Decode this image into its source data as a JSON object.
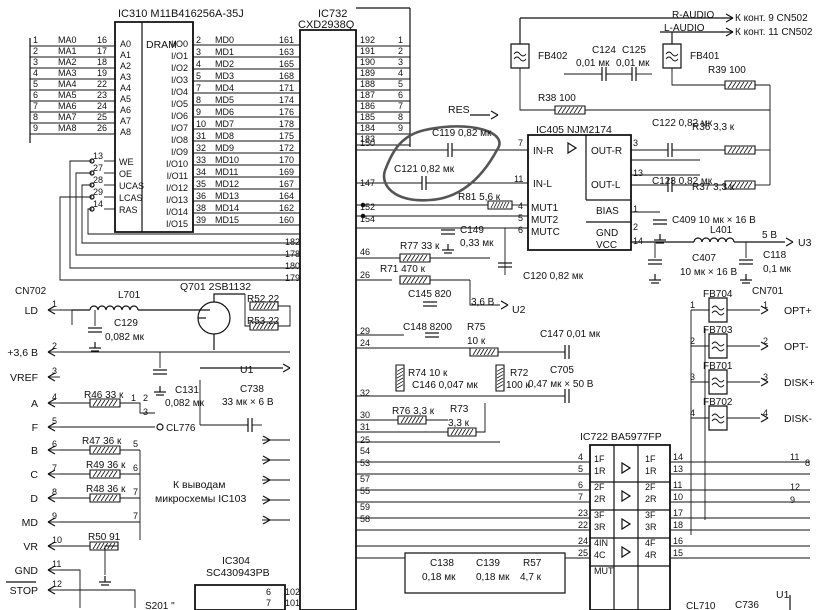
{
  "ic310": {
    "title": "IC310 M11B416256A-35J",
    "core": "DRAM",
    "left_net_labels": [
      "MA0",
      "MA1",
      "MA2",
      "MA3",
      "MA4",
      "MA5",
      "MA6",
      "MA7",
      "MA8"
    ],
    "left_net_pins": [
      "16",
      "17",
      "18",
      "19",
      "22",
      "23",
      "24",
      "25",
      "26"
    ],
    "left_margin_pins": [
      "1",
      "2",
      "3",
      "4",
      "5",
      "6",
      "7",
      "8",
      "9"
    ],
    "addr_pins": [
      "A0",
      "A1",
      "A2",
      "A3",
      "A4",
      "A5",
      "A6",
      "A7",
      "A8"
    ],
    "ctrl_pins": [
      "WE",
      "OE",
      "UCAS",
      "LCAS",
      "RAS"
    ],
    "ctrl_pin_numbers": [
      "13",
      "27",
      "28",
      "29",
      "14"
    ],
    "io_pins": [
      "I/O0",
      "I/O1",
      "I/O2",
      "I/O3",
      "I/O4",
      "I/O5",
      "I/O6",
      "I/O7",
      "I/O8",
      "I/O9",
      "I/O10",
      "I/O11",
      "I/O12",
      "I/O13",
      "I/O14",
      "I/O15"
    ],
    "io_pin_numbers": [
      "2",
      "3",
      "4",
      "5",
      "7",
      "8",
      "9",
      "10",
      "31",
      "32",
      "33",
      "34",
      "35",
      "36",
      "38",
      "39"
    ]
  },
  "ic732": {
    "title": "IC732",
    "part": "CXD2938Q",
    "md_labels": [
      "MD0",
      "MD1",
      "MD2",
      "MD3",
      "MD4",
      "MD5",
      "MD6",
      "MD7",
      "MD8",
      "MD9",
      "MD10",
      "MD11",
      "MD12",
      "MD13",
      "MD14",
      "MD15"
    ],
    "md_pins": [
      "161",
      "163",
      "165",
      "168",
      "171",
      "174",
      "176",
      "178",
      "175",
      "172",
      "170",
      "169",
      "167",
      "164",
      "162",
      "160"
    ],
    "right_pins_top": [
      "192",
      "191",
      "190",
      "189",
      "188",
      "187",
      "186",
      "185",
      "184",
      "183"
    ],
    "right_margin_top": [
      "1",
      "2",
      "3",
      "4",
      "5",
      "6",
      "7",
      "8",
      "9"
    ],
    "lower_pins": [
      "182",
      "178",
      "180",
      "179"
    ],
    "right_pins_mid": [
      "150",
      "147",
      "152",
      "154",
      "46",
      "26",
      "29",
      "24",
      "32",
      "30",
      "31",
      "25",
      "54",
      "53",
      "57",
      "55",
      "59",
      "58"
    ]
  },
  "cn702": {
    "title": "CN702",
    "labels": [
      "LD",
      "+3,6 В",
      "VREF",
      "A",
      "F",
      "B",
      "C",
      "D",
      "MD",
      "VR",
      "GND",
      "STOP"
    ],
    "pins": [
      "1",
      "2",
      "3",
      "4",
      "5",
      "6",
      "7",
      "8",
      "9",
      "10",
      "11",
      "12"
    ]
  },
  "components": {
    "l701": "L701",
    "q701": "Q701 2SB1132",
    "r52": "R52 22",
    "r53": "R53 22",
    "c129": "C129",
    "c129_val": "0,082 мк",
    "c131": "C131",
    "c131_val": "0,082 мк",
    "c738": "C738",
    "c738_val": "33 мк × 6 В",
    "r46": "R46 33 к",
    "r47": "R47  36 к",
    "r49": "R49 36 к",
    "r48": "R48 36 к",
    "r50": "R50 91",
    "u1": "U1",
    "cl776": "CL776",
    "note": [
      "К выводам",
      "микросхемы IC103"
    ],
    "ic304_title": "IC304",
    "ic304_part": "SC430943PB",
    "ic304_pins": [
      "6",
      "7"
    ],
    "ic304_pin_values": [
      "102",
      "101"
    ],
    "s201": "S201 \"",
    "stop_over": "STOP"
  },
  "audio": {
    "r_audio": "R-AUDIO",
    "l_audio": "L-AUDIO",
    "r_dest": "К конт. 9 CN502",
    "l_dest": "К конт. 11 CN502",
    "fb402": "FB402",
    "fb401": "FB401",
    "c124": "C124",
    "c124_val": "0,01 мк",
    "c125": "C125",
    "c125_val": "0,01 мк",
    "r39": "R39 100",
    "r38": "R38 100",
    "res": "RES",
    "ic405_title": "IC405 NJM2174",
    "ic405_pins": [
      "IN-R",
      "IN-L",
      "OUT-R",
      "OUT-L",
      "MUT1",
      "MUT2",
      "MUTC",
      "BIAS",
      "GND",
      "VCC"
    ],
    "ic405_pin_numbers": [
      "7",
      "11",
      "3",
      "13",
      "4",
      "5",
      "6",
      "1",
      "2",
      "14"
    ],
    "c119": "C119 0,82 мк",
    "c121": "C121 0,82 мк",
    "c122": "C122 0,82 мк",
    "c123": "C123 0,82 мк",
    "r36": "R36 3,3 к",
    "r37": "R37 3,3 к",
    "r81": "R81 5,6 к",
    "c149": "C149",
    "c149_val": "0,33 мк",
    "c409": "C409 10 мк × 16 В",
    "l401": "L401",
    "u3_voltage": "5 В",
    "u3": "U3",
    "c407": "C407",
    "c407_val": "10 мк × 16 В",
    "c118": "C118",
    "c118_val": "0,1 мк",
    "c120": "C120 0,82 мк",
    "r77": "R77 33 к",
    "r71": "R71 470 к",
    "c145": "C145 820",
    "u2_voltage": "3,6 В",
    "u2": "U2",
    "c148": "C148 8200",
    "r75": "R75",
    "r75_val": "10 к",
    "c147": "C147 0,01 мк",
    "r74": "R74 10 к",
    "c146": "C146 0,047 мк",
    "r72": "R72",
    "r72_val": "100 к",
    "c705": "C705",
    "c705_val": "0,47 мк × 50 В",
    "r76": "R76 3,3 к",
    "r73": "R73",
    "r73_val": "3,3 к"
  },
  "cn701": {
    "title": "CN701",
    "fb": [
      "FB704",
      "FB703",
      "FB701",
      "FB702"
    ],
    "labels": [
      "OPT+",
      "OPT-",
      "DISK+",
      "DISK-"
    ],
    "pins": [
      "1",
      "2",
      "3",
      "4"
    ]
  },
  "ic722": {
    "title": "IC722 BA5977FP",
    "left": [
      "1F",
      "1R",
      "2F",
      "2R",
      "3F",
      "3R",
      "4IN",
      "4C",
      "MUT"
    ],
    "right": [
      "1F",
      "1R",
      "2F",
      "2R",
      "3F",
      "3R",
      "4F",
      "4R"
    ],
    "left_pins": [
      "4",
      "5",
      "6",
      "7",
      "23",
      "22",
      "24",
      "25"
    ],
    "right_pins": [
      "14",
      "13",
      "11",
      "10",
      "17",
      "18",
      "16",
      "15"
    ],
    "far_pins": [
      "11",
      "8",
      "12",
      "9"
    ],
    "c138": "C138",
    "c138_val": "0,18 мк",
    "c139": "C139",
    "c139_val": "0,18 мк",
    "r57": "R57",
    "r57_val": "4,7 к",
    "cl710": "CL710",
    "c736": "C736",
    "u1": "U1"
  }
}
